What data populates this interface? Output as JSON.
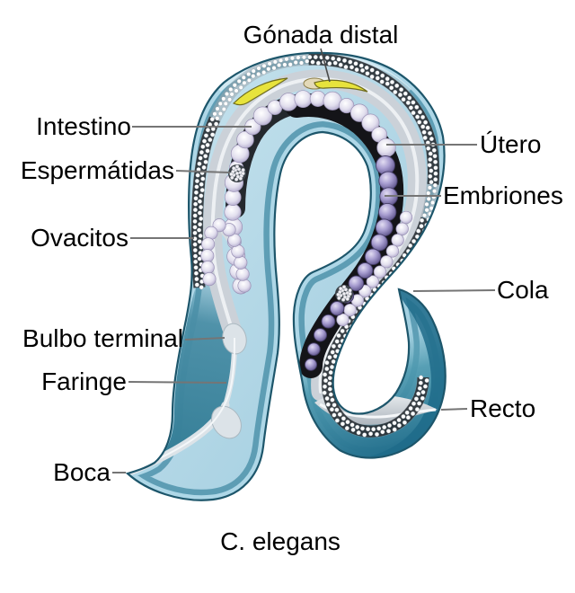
{
  "figure": {
    "caption": "C. elegans",
    "type": "anatomical diagram of Caenorhabditis elegans hermaphrodite"
  },
  "labels": {
    "gonada_distal": "Gónada distal",
    "intestino": "Intestino",
    "espermatidas": "Espermátidas",
    "ovacitos": "Ovacitos",
    "bulbo_terminal": "Bulbo terminal",
    "faringe": "Faringe",
    "boca": "Boca",
    "utero": "Útero",
    "embriones": "Embriones",
    "cola": "Cola",
    "recto": "Recto"
  },
  "colors": {
    "label_text": "#000000",
    "leader_line": "#757575",
    "body_light": "#aed7e7",
    "body_edge_teal": "#4f93ab",
    "interior_teal": "#44899f",
    "tail_dark": "#1f6b89",
    "outline": "#1d566b",
    "intestine_gray": "#cbd1d8",
    "uterus_black": "#141418",
    "embryo_purple": "#8d84b8",
    "oocyte_light": "#e9e7f1",
    "gonad_yellow": "#e7e33c",
    "germ_dot_white": "#ffffff"
  }
}
